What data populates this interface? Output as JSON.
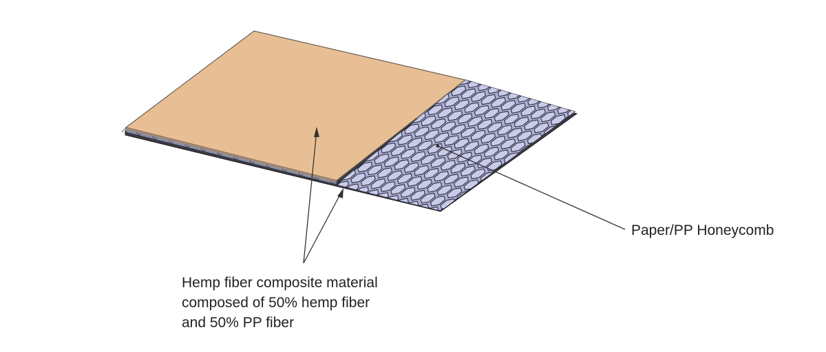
{
  "labels": {
    "honeycomb": "Paper/PP Honeycomb",
    "hemp_lines": [
      "Hemp fiber composite material",
      "composed of 50% hemp fiber",
      "and 50% PP fiber"
    ]
  },
  "colors": {
    "hemp_sheet": "#e8bf94",
    "hemp_edge": "#6b5e55",
    "honeycomb_fill": "#aeb0d6",
    "honeycomb_cell": "#c9cbe8",
    "honeycomb_wall": "#2b2d3e",
    "leader_line": "#333333"
  }
}
